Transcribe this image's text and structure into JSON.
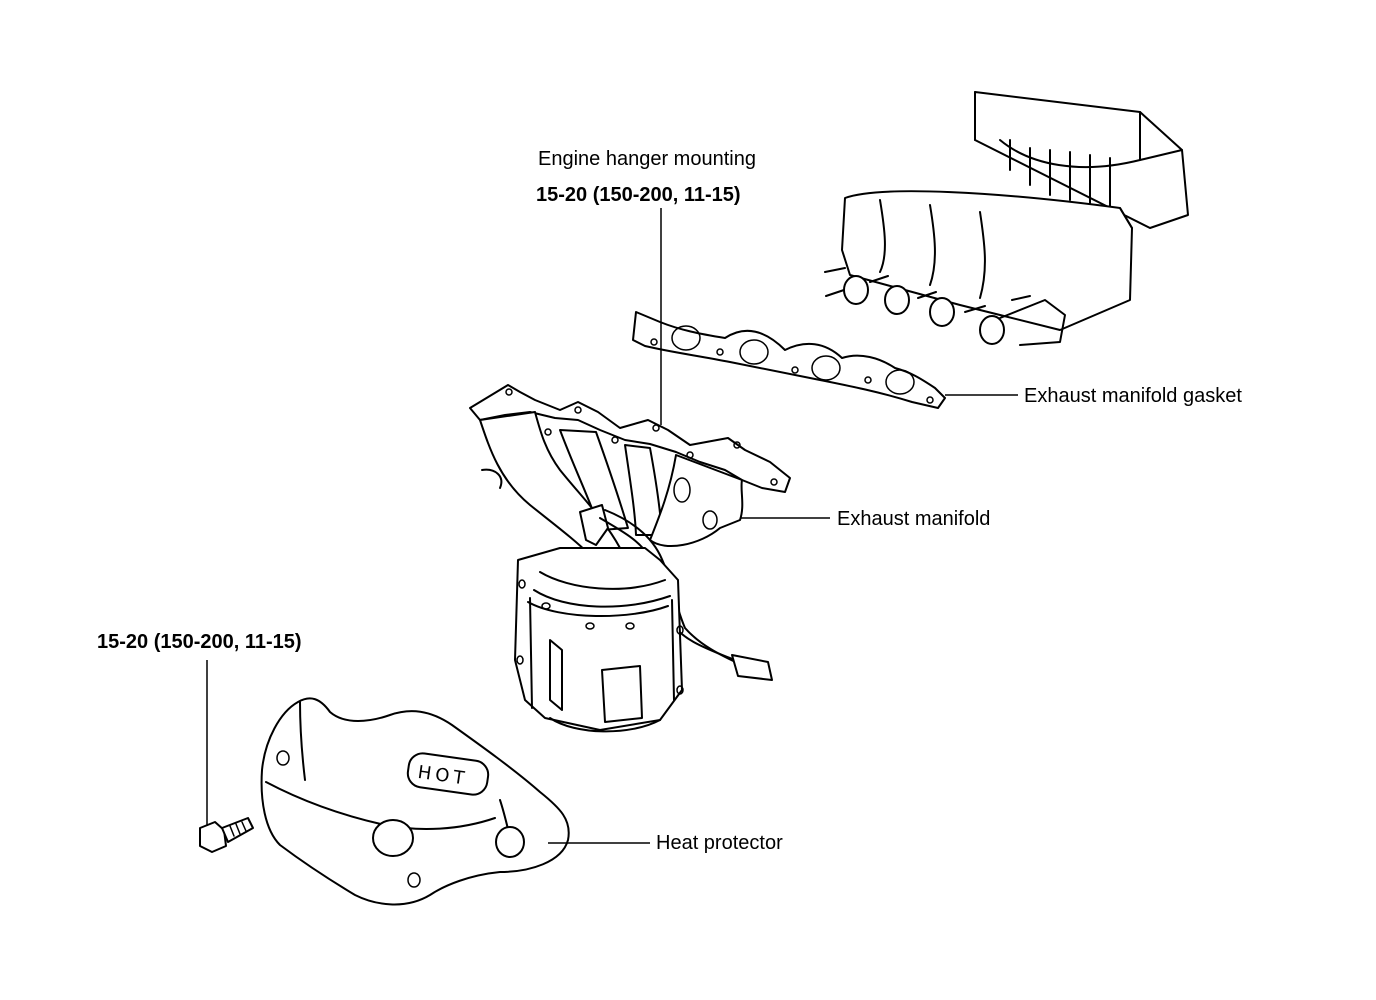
{
  "labels": {
    "engine_hanger_title": "Engine hanger mounting",
    "engine_hanger_torque": "15-20 (150-200, 11-15)",
    "bolt_torque": "15-20 (150-200, 11-15)",
    "exhaust_manifold_gasket": "Exhaust manifold gasket",
    "exhaust_manifold": "Exhaust manifold",
    "heat_protector": "Heat protector",
    "hot_mark": "HOT"
  }
}
